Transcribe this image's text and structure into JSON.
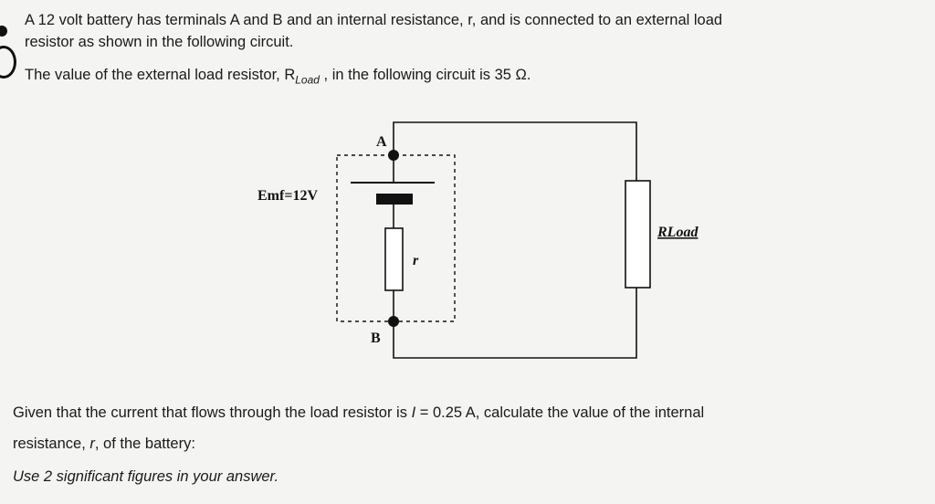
{
  "problem": {
    "line1": "A 12 volt battery has terminals A and B and an internal resistance, r, and is connected to an external load",
    "line2": "resistor as shown in the following circuit.",
    "line3_pre": "The value of the external load resistor, R",
    "line3_sub": "Load",
    "line3_post": " , in the following circuit is 35 Ω.",
    "question1_pre": "Given that the current that flows through the load resistor is ",
    "question1_sym": "I",
    "question1_post": " = 0.25 A, calculate the value of the internal",
    "question2_pre": "resistance, ",
    "question2_sym": "r",
    "question2_post": ", of the battery:",
    "instruction": "Use 2 significant figures in your answer."
  },
  "circuit": {
    "terminal_a": "A",
    "terminal_b": "B",
    "emf_label": "Emf=12V",
    "internal_label": "r",
    "load_label": "RLoad"
  }
}
